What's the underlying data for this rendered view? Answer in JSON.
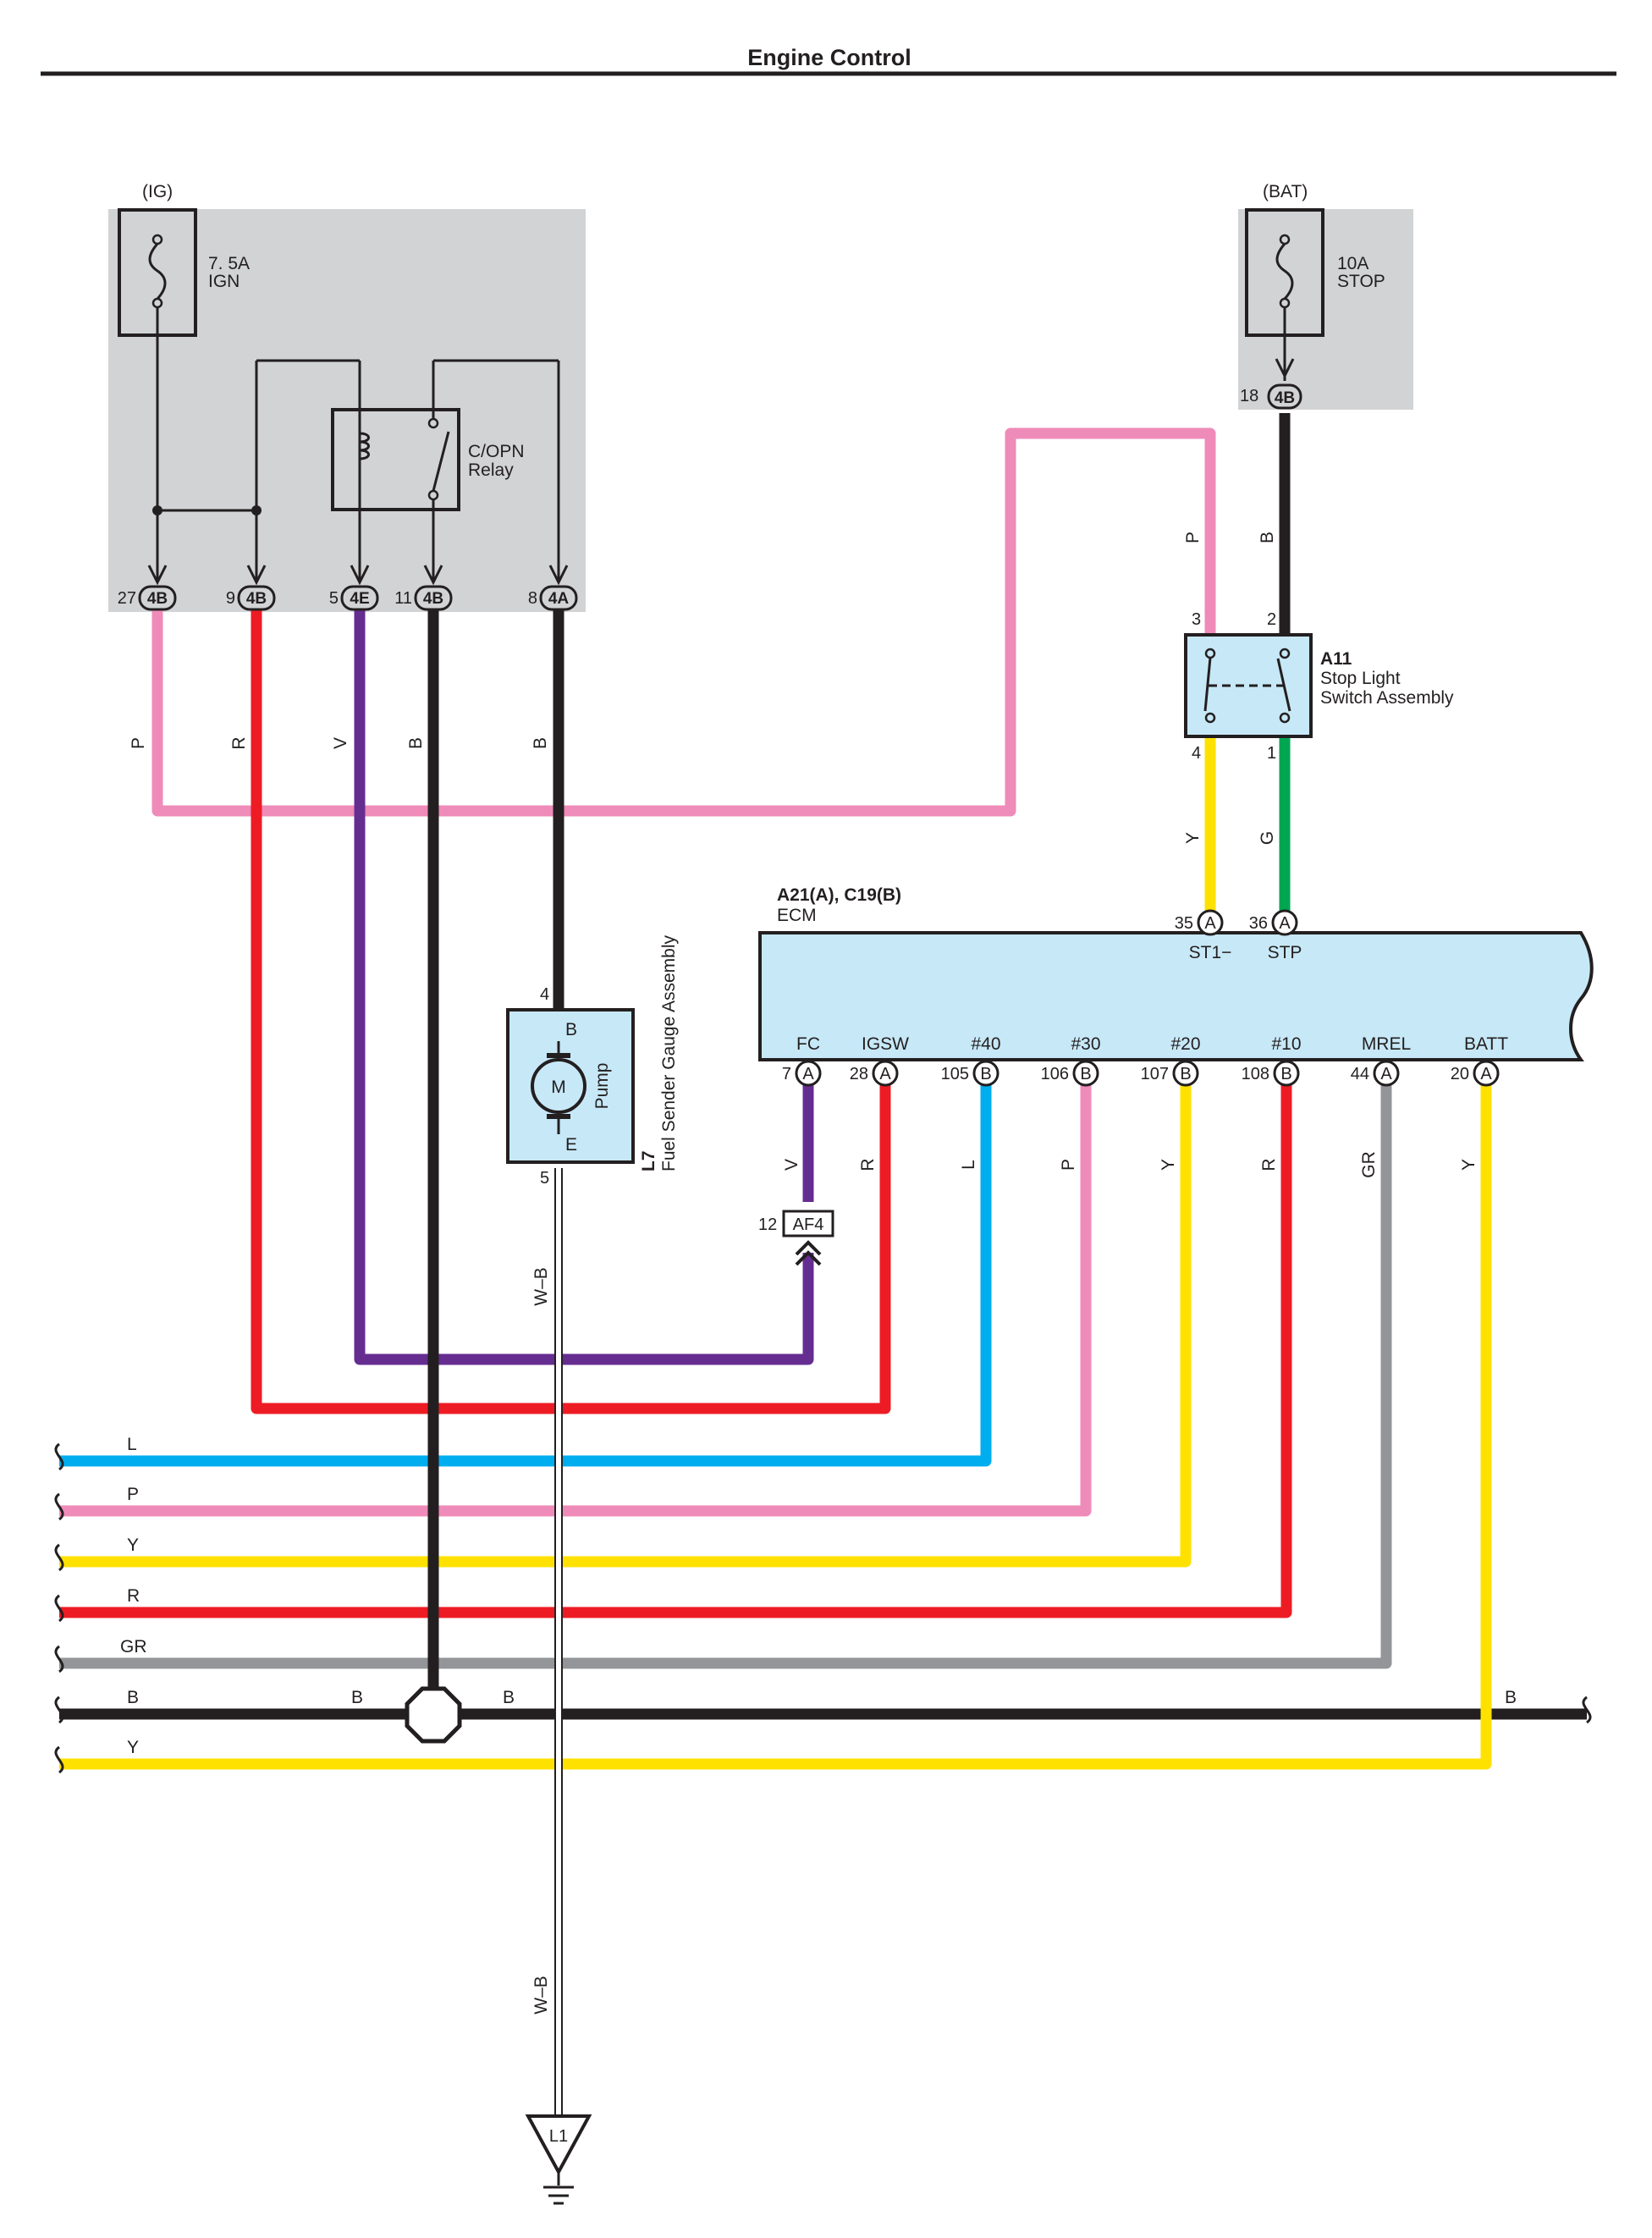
{
  "header": {
    "title": "Engine Control"
  },
  "fuse_ig": {
    "supply": "(IG)",
    "rating": "7. 5A",
    "name": "IGN"
  },
  "fuse_bat": {
    "supply": "(BAT)",
    "rating": "10A",
    "name": "STOP"
  },
  "relay": {
    "line1": "C/OPN",
    "line2": "Relay"
  },
  "ig_connectors": [
    {
      "pin": "27",
      "code": "4B"
    },
    {
      "pin": "9",
      "code": "4B"
    },
    {
      "pin": "5",
      "code": "4E"
    },
    {
      "pin": "11",
      "code": "4B"
    },
    {
      "pin": "8",
      "code": "4A"
    }
  ],
  "bat_connector": {
    "pin": "18",
    "code": "4B"
  },
  "stop_switch": {
    "code": "A11",
    "line1": "Stop Light",
    "line2": "Switch Assembly",
    "pins": [
      "3",
      "2",
      "4",
      "1"
    ]
  },
  "ecm": {
    "codes": "A21(A), C19(B)",
    "name": "ECM",
    "top_pins": [
      {
        "pin": "35",
        "conn": "A",
        "label": "ST1−"
      },
      {
        "pin": "36",
        "conn": "A",
        "label": "STP"
      }
    ],
    "bottom_pins": [
      {
        "pin": "7",
        "conn": "A",
        "label": "FC"
      },
      {
        "pin": "28",
        "conn": "A",
        "label": "IGSW"
      },
      {
        "pin": "105",
        "conn": "B",
        "label": "#40"
      },
      {
        "pin": "106",
        "conn": "B",
        "label": "#30"
      },
      {
        "pin": "107",
        "conn": "B",
        "label": "#20"
      },
      {
        "pin": "108",
        "conn": "B",
        "label": "#10"
      },
      {
        "pin": "44",
        "conn": "A",
        "label": "MREL"
      },
      {
        "pin": "20",
        "conn": "A",
        "label": "BATT"
      }
    ]
  },
  "pump": {
    "code": "L7",
    "name": "Fuel Sender Gauge Assembly",
    "pin_top": "4",
    "pin_bottom": "5",
    "term_top": "B",
    "term_bottom": "E",
    "motor": "M",
    "label": "Pump"
  },
  "af4": {
    "pin": "12",
    "code": "AF4"
  },
  "ground": {
    "code": "L1"
  },
  "wire_colors": {
    "P": "#ef8bb9",
    "R": "#ed1c24",
    "V": "#662d91",
    "B": "#231f20",
    "Y": "#ffe100",
    "G": "#00a651",
    "L": "#00aeef",
    "GR": "#939598",
    "W-B": "#ffffff"
  },
  "wire_labels": {
    "ig": [
      "P",
      "R",
      "V",
      "B",
      "B"
    ],
    "switch_in": [
      "P",
      "B"
    ],
    "switch_out": [
      "Y",
      "G"
    ],
    "ecm": [
      "V",
      "R",
      "L",
      "P",
      "Y",
      "R",
      "GR",
      "Y"
    ],
    "pump_ground": "W–B",
    "pump_ground_lower": "W–B",
    "bus": [
      "L",
      "P",
      "Y",
      "R",
      "GR",
      "B",
      "Y"
    ],
    "bus_b_left": "B",
    "bus_b_right": "B",
    "bus_b_end": "B"
  }
}
